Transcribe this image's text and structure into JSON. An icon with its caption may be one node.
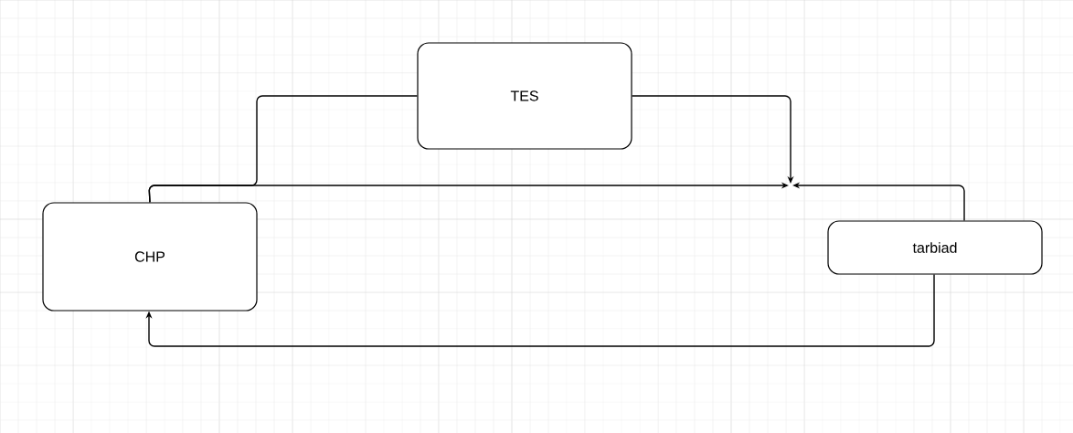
{
  "diagram": {
    "nodes": [
      {
        "text": [
          "CHP"
        ]
      },
      {
        "text": [
          "TES"
        ]
      },
      {
        "text": [
          "tarbiad"
        ]
      }
    ],
    "edges": [
      {
        "from": 0,
        "to": null,
        "arrow": "to"
      },
      {
        "from": 0,
        "to": 1,
        "arrow": "none"
      },
      {
        "from": 1,
        "to": null,
        "arrow": "to"
      },
      {
        "from": 2,
        "to": null,
        "arrow": "to"
      },
      {
        "from": 2,
        "to": 0,
        "arrow": "to"
      }
    ]
  }
}
